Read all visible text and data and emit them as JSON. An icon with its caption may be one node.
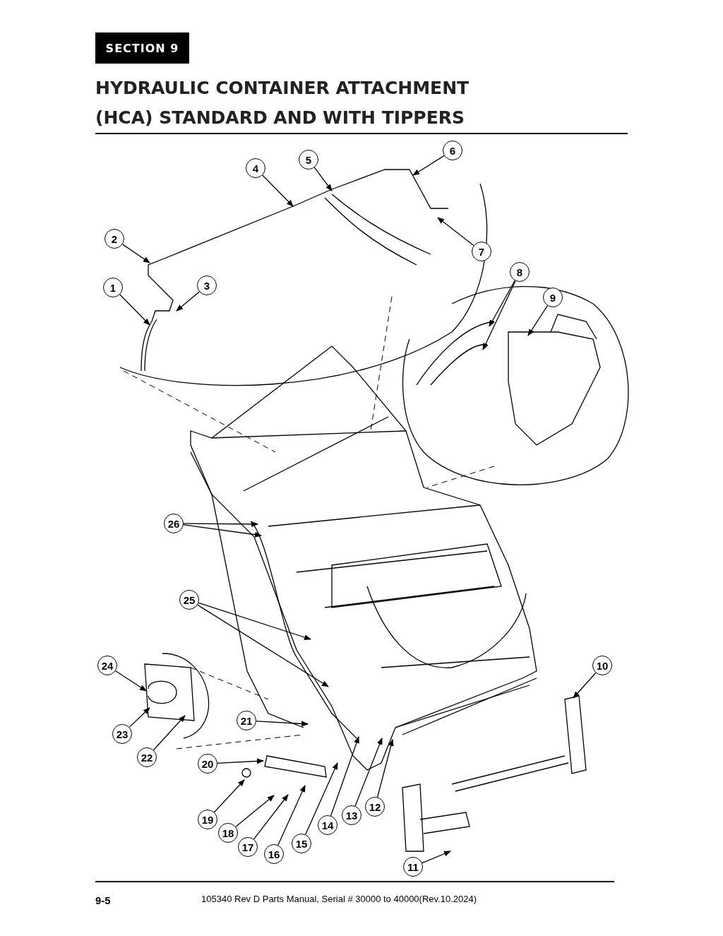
{
  "diagram": {
    "title": "HYDRAULIC CONTAINER ATTACHMENT (HCA) STANDARD AND WITH TIPPERS",
    "nodes": [
      {
        "text": [
          "1"
        ]
      },
      {
        "text": [
          "2"
        ]
      },
      {
        "text": [
          "3"
        ]
      },
      {
        "text": [
          "4"
        ]
      },
      {
        "text": [
          "5"
        ]
      },
      {
        "text": [
          "6"
        ]
      },
      {
        "text": [
          "7"
        ]
      },
      {
        "text": [
          "8"
        ]
      },
      {
        "text": [
          "9"
        ]
      },
      {
        "text": [
          "10"
        ]
      },
      {
        "text": [
          "11"
        ]
      },
      {
        "text": [
          "12"
        ]
      },
      {
        "text": [
          "13"
        ]
      },
      {
        "text": [
          "14"
        ]
      },
      {
        "text": [
          "15"
        ]
      },
      {
        "text": [
          "16"
        ]
      },
      {
        "text": [
          "17"
        ]
      },
      {
        "text": [
          "18"
        ]
      },
      {
        "text": [
          "19"
        ]
      },
      {
        "text": [
          "20"
        ]
      },
      {
        "text": [
          "21"
        ]
      },
      {
        "text": [
          "22"
        ]
      },
      {
        "text": [
          "23"
        ]
      },
      {
        "text": [
          "24"
        ]
      },
      {
        "text": [
          "25"
        ]
      },
      {
        "text": [
          "26"
        ]
      }
    ],
    "edges": [
      {
        "from": 0,
        "to": null,
        "arrow": "to"
      },
      {
        "from": 1,
        "to": null,
        "arrow": "to"
      },
      {
        "from": 2,
        "to": null,
        "arrow": "to"
      },
      {
        "from": 3,
        "to": null,
        "arrow": "to"
      },
      {
        "from": 4,
        "to": null,
        "arrow": "to"
      },
      {
        "from": 5,
        "to": null,
        "arrow": "to"
      },
      {
        "from": 6,
        "to": null,
        "arrow": "to"
      },
      {
        "from": 7,
        "to": null,
        "arrow": "to"
      },
      {
        "from": 7,
        "to": null,
        "arrow": "to"
      },
      {
        "from": 8,
        "to": null,
        "arrow": "to"
      },
      {
        "from": 9,
        "to": null,
        "arrow": "to"
      },
      {
        "from": 10,
        "to": null,
        "arrow": "to"
      },
      {
        "from": 11,
        "to": null,
        "arrow": "to"
      },
      {
        "from": 12,
        "to": null,
        "arrow": "to"
      },
      {
        "from": 13,
        "to": null,
        "arrow": "to"
      },
      {
        "from": 14,
        "to": null,
        "arrow": "to"
      },
      {
        "from": 15,
        "to": null,
        "arrow": "to"
      },
      {
        "from": 16,
        "to": null,
        "arrow": "to"
      },
      {
        "from": 17,
        "to": null,
        "arrow": "to"
      },
      {
        "from": 18,
        "to": null,
        "arrow": "to"
      },
      {
        "from": 19,
        "to": null,
        "arrow": "to"
      },
      {
        "from": 20,
        "to": null,
        "arrow": "to"
      },
      {
        "from": 21,
        "to": null,
        "arrow": "to"
      },
      {
        "from": 22,
        "to": null,
        "arrow": "to"
      },
      {
        "from": 23,
        "to": null,
        "arrow": "to"
      },
      {
        "from": 24,
        "to": null,
        "arrow": "to"
      },
      {
        "from": 24,
        "to": null,
        "arrow": "to"
      },
      {
        "from": 25,
        "to": null,
        "arrow": "to"
      },
      {
        "from": 25,
        "to": null,
        "arrow": "to"
      }
    ],
    "labels": [
      "SECTION 9",
      "9-5",
      "105340 Rev D Parts Manual, Serial # 30000 to 40000(Rev.10.2024)"
    ]
  }
}
